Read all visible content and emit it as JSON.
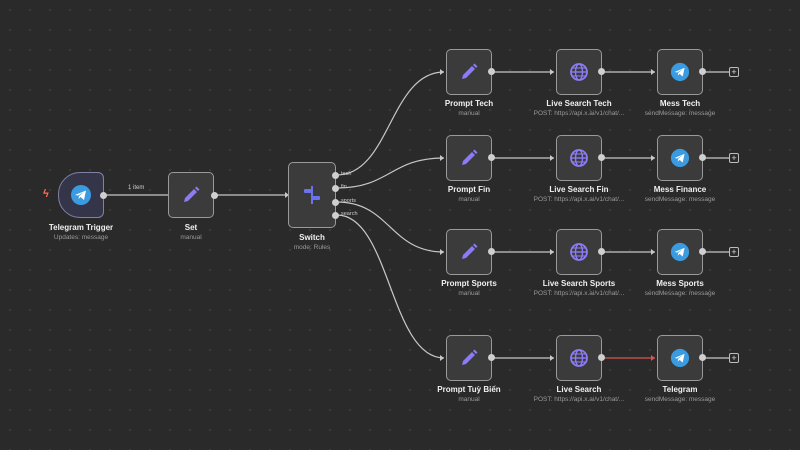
{
  "workflow": {
    "trigger": {
      "title": "Telegram Trigger",
      "subtitle": "Updates: message",
      "icon": "telegram-icon"
    },
    "set": {
      "title": "Set",
      "subtitle": "manual",
      "icon": "pencil-icon"
    },
    "edge_label": "1 item",
    "switch": {
      "title": "Switch",
      "subtitle": "mode: Rules",
      "icon": "switch-icon",
      "outputs": [
        "tech",
        "fin",
        "sports",
        "search"
      ]
    },
    "rows": [
      {
        "prompt": {
          "title": "Prompt Tech",
          "subtitle": "manual"
        },
        "search": {
          "title": "Live Search Tech",
          "subtitle": "POST: https://api.x.ai/v1/chat/..."
        },
        "mess": {
          "title": "Mess Tech",
          "subtitle": "sendMessage: message"
        }
      },
      {
        "prompt": {
          "title": "Prompt Fin",
          "subtitle": "manual"
        },
        "search": {
          "title": "Live Search Fin",
          "subtitle": "POST: https://api.x.ai/v1/chat/..."
        },
        "mess": {
          "title": "Mess Finance",
          "subtitle": "sendMessage: message"
        }
      },
      {
        "prompt": {
          "title": "Prompt Sports",
          "subtitle": "manual"
        },
        "search": {
          "title": "Live Search Sports",
          "subtitle": "POST: https://api.x.ai/v1/chat/..."
        },
        "mess": {
          "title": "Mess Sports",
          "subtitle": "sendMessage: message"
        }
      },
      {
        "prompt": {
          "title": "Prompt Tuỳ Biến",
          "subtitle": "manual"
        },
        "search": {
          "title": "Live Search",
          "subtitle": "POST: https://api.x.ai/v1/chat/..."
        },
        "mess": {
          "title": "Telegram",
          "subtitle": "sendMessage: message"
        }
      }
    ],
    "add_symbol": "+",
    "colors": {
      "edge": "#c8c8c8",
      "edge_highlight": "#d9534f",
      "node_border": "#9a9a9a",
      "icon_purple": "#8b7cf6",
      "icon_blue": "#6b72f0",
      "telegram": "#3a9be0",
      "bolt": "#ff6d5a"
    }
  }
}
